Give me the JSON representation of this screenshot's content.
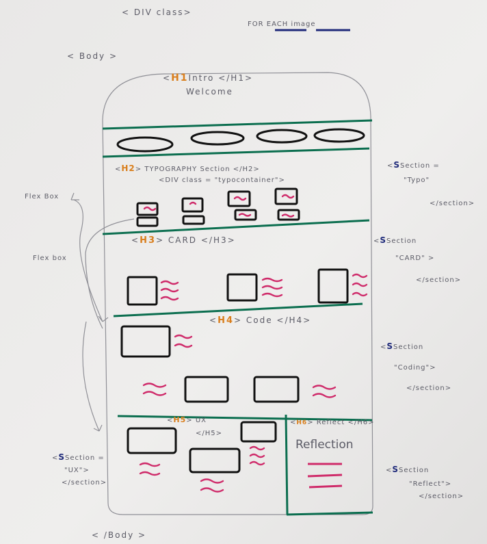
{
  "sketch": {
    "div_note_1": "< DIV class>",
    "div_note_2": "FOR EACH image",
    "body_open": "< Body >",
    "body_close": "< /Body >",
    "h1": {
      "tag": "H1",
      "text": "Intro </H1>",
      "sub": "Welcome"
    },
    "h2": {
      "tag": "H2",
      "text": "> TYPOGRAPHY Section </H2>",
      "div": "<DIV class = \"typocontainer\">"
    },
    "h3": {
      "tag": "H3",
      "text": "> CARD </H3>"
    },
    "h4": {
      "tag": "H4",
      "text": "> Code </H4>"
    },
    "h5": {
      "tag": "H5",
      "text": "> UX",
      "close": "</H5>"
    },
    "h6": {
      "tag": "H6",
      "text": "> Reflect </H6>"
    },
    "reflection": "Reflection",
    "flex_1": "Flex Box",
    "flex_2": "Flex box",
    "section_typo": {
      "open": "Section =",
      "name": "\"Typo\"",
      "close": "</section>"
    },
    "section_card": {
      "open": "Section",
      "name": "\"CARD\" >",
      "close": "</section>"
    },
    "section_coding": {
      "open": "Section",
      "name": "\"Coding\">",
      "close": "</section>"
    },
    "section_ux": {
      "open": "Section =",
      "name": "\"UX\">",
      "close": "</section>"
    },
    "section_reflect": {
      "open": "Section",
      "name": "\"Reflect\">",
      "close": "</section>"
    },
    "angle": "<",
    "letter_s": "S"
  },
  "colors": {
    "paper": "#ecebea",
    "green_marker": "#0b6e4f",
    "pink_marker": "#cf2b6a",
    "black_marker": "#111111",
    "orange_tag": "#d97e1c",
    "blue_tag": "#1f2a7a",
    "pencil": "#8f8f96"
  }
}
